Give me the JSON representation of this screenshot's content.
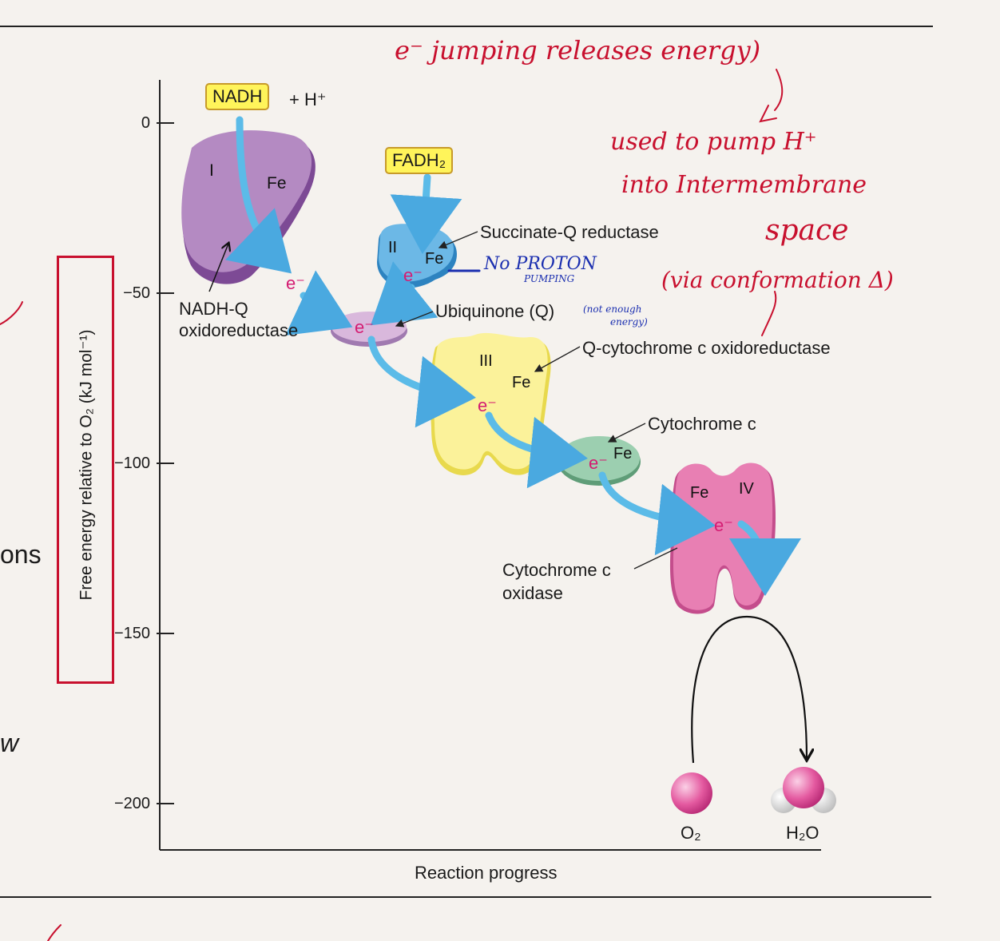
{
  "left_fragments": {
    "ons": "ons",
    "w": "w"
  },
  "axis": {
    "ylabel": "Free energy relative to O₂ (kJ mol⁻¹)",
    "xlabel": "Reaction progress",
    "ticks": [
      "0",
      "−50",
      "−100",
      "−150",
      "−200"
    ]
  },
  "boxes": {
    "nadh": "NADH",
    "nadh_suffix": "+ H⁺",
    "fadh2": "FADH₂"
  },
  "complexes": {
    "c1": {
      "numeral": "I",
      "fe": "Fe",
      "label_line1": "NADH-Q",
      "label_line2": "oxidoreductase"
    },
    "c2": {
      "numeral": "II",
      "fe": "Fe",
      "label": "Succinate-Q reductase"
    },
    "q": {
      "label": "Ubiquinone (Q)"
    },
    "c3": {
      "numeral": "III",
      "fe": "Fe",
      "label": "Q-cytochrome c oxidoreductase"
    },
    "cytc": {
      "fe": "Fe",
      "label": "Cytochrome c"
    },
    "c4": {
      "numeral": "IV",
      "fe": "Fe",
      "label_line1": "Cytochrome c",
      "label_line2": "oxidase"
    }
  },
  "electron": "e⁻",
  "products": {
    "o2": "O₂",
    "h2o": "H₂O"
  },
  "annotations": {
    "top": "e⁻ jumping releases energy)",
    "used1": "used to pump H⁺",
    "used2": "into Intermembrane",
    "space": "space",
    "via": "(via conformation Δ)",
    "noproton": "No PROTON",
    "pumping": "PUMPING",
    "notenough": "(not enough",
    "energy": "energy)"
  },
  "colors": {
    "complex_I": "#b48ac2",
    "complex_II": "#6cb8e6",
    "ubiquinone": "#d9b8dc",
    "complex_III": "#fbf29a",
    "cytochrome_c": "#9ccfb0",
    "complex_IV": "#e87fb3",
    "electron": "#d41c72",
    "arrow": "#5bbbe8",
    "ink_red": "#c8102e",
    "ink_blue": "#1b2fb0"
  }
}
